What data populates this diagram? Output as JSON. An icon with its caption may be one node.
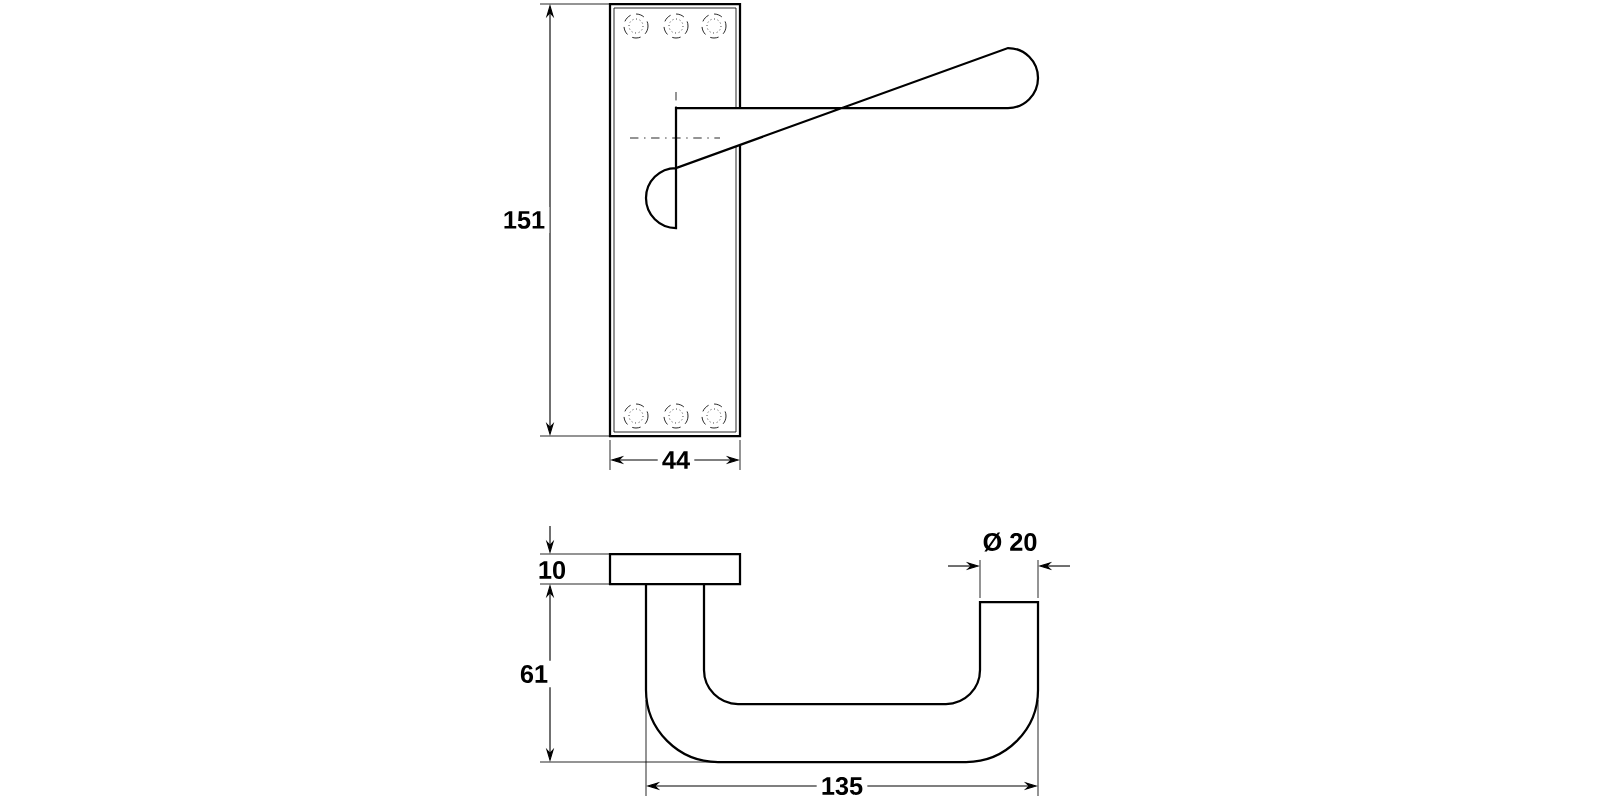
{
  "diagram": {
    "labels": [
      "151",
      "44",
      "10",
      "61",
      "135",
      "Ø 20"
    ]
  }
}
